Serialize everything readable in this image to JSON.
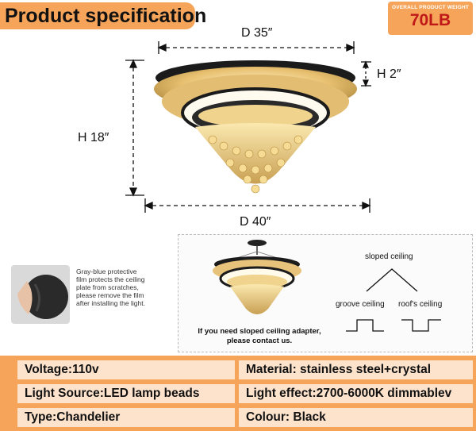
{
  "header": {
    "title": "Product specification",
    "weight_label": "OVERALL PRODUCT WEIGHT",
    "weight_value": "70LB"
  },
  "dimensions": {
    "top_diameter": "D 35″",
    "plate_height": "H 2″",
    "height": "H 18″",
    "bottom_diameter": "D 40″"
  },
  "film_note": {
    "lines": [
      "Gray-blue protective",
      "film protects the ceiling",
      "plate from scratches,",
      "please remove the film",
      "after installing the light."
    ]
  },
  "adapter": {
    "note_line1": "If you need sloped ceiling adapter,",
    "note_line2": "please contact us.",
    "sloped_label": "sloped ceiling",
    "groove_label": "groove ceiling",
    "roof_label": "roof's ceiling"
  },
  "specs": {
    "voltage": "Voltage:110v",
    "material": "Material: stainless steel+crystal",
    "light_source": "Light Source:LED lamp beads",
    "light_effect": "Light effect:2700-6000K dimmablev",
    "type": "Type:Chandelier",
    "colour": "Colour: Black"
  },
  "colors": {
    "accent_orange": "#f5a45a",
    "cell_fill": "#fde3cc",
    "weight_red": "#c01818"
  }
}
